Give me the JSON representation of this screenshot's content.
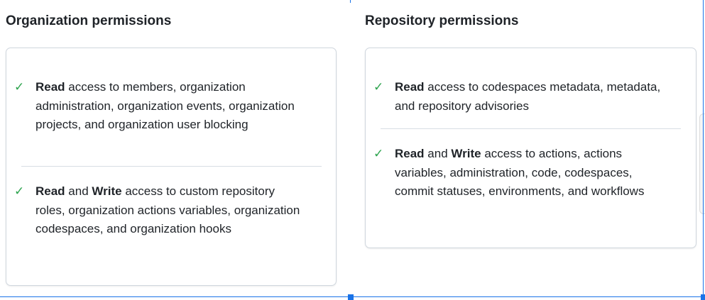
{
  "org": {
    "title": "Organization permissions",
    "items": [
      {
        "icon": "check-icon",
        "parts": [
          "Read",
          " access to members, organization administration, organization events, organization projects, and organization user blocking"
        ]
      },
      {
        "icon": "check-icon",
        "parts": [
          "Read",
          " and ",
          "Write",
          " access to custom repository roles, organization actions variables, organization codespaces, and organization hooks"
        ]
      }
    ]
  },
  "repo": {
    "title": "Repository permissions",
    "items": [
      {
        "icon": "check-icon",
        "parts": [
          "Read",
          " access to codespaces metadata, metadata, and repository advisories"
        ]
      },
      {
        "icon": "check-icon",
        "parts": [
          "Read",
          " and ",
          "Write",
          " access to actions, actions variables, administration, code, codespaces, commit statuses, environments, and workflows"
        ]
      }
    ]
  },
  "colors": {
    "check": "#2da44e",
    "selection": "#1a73e8"
  }
}
